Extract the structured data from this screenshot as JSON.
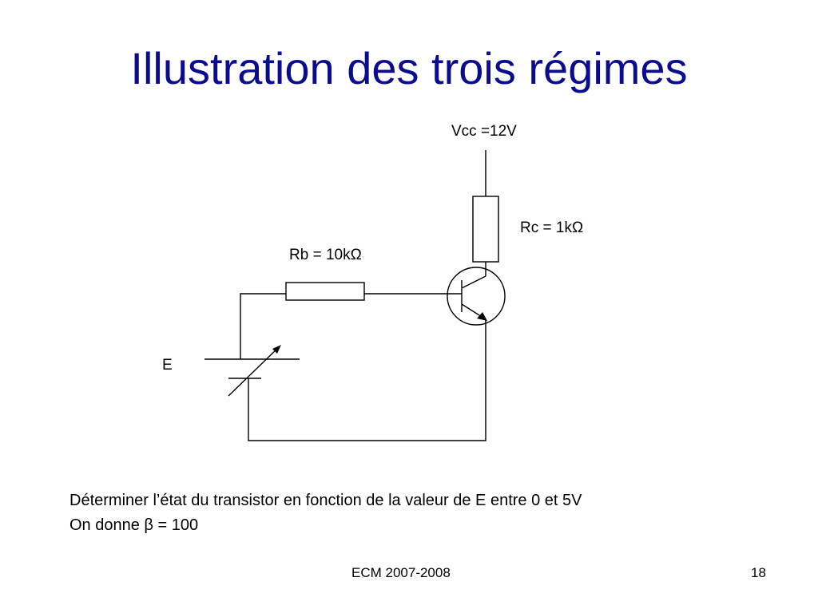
{
  "slide": {
    "title": "Illustration des trois régimes",
    "footer_center": "ECM 2007-2008",
    "page_number": "18"
  },
  "circuit": {
    "vcc_label": "Vcc =12V",
    "rc_label": "Rc = 1kΩ",
    "rb_label": "Rb = 10kΩ",
    "source_label": "E"
  },
  "question": {
    "line1": "Déterminer l’état du transistor en fonction de la valeur de E entre 0 et 5V",
    "line2": "On donne β = 100"
  }
}
